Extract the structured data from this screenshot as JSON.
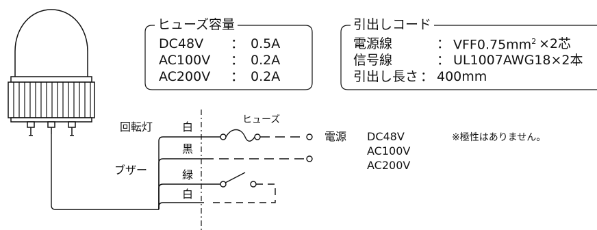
{
  "fuse_box": {
    "title": "ヒューズ容量",
    "rows": [
      {
        "label": "DC48V",
        "sep": "：",
        "value": "0.5A"
      },
      {
        "label": "AC100V",
        "sep": "：",
        "value": "0.2A"
      },
      {
        "label": "AC200V",
        "sep": "：",
        "value": "0.2A"
      }
    ]
  },
  "cord_box": {
    "title": "引出しコード",
    "rows": [
      {
        "label": "電源線",
        "sep": "：",
        "value": "VFF0.75mm",
        "sup": "2",
        "extra": "×2芯"
      },
      {
        "label": "信号線",
        "sep": "：",
        "value": "UL1007AWG18×2本"
      },
      {
        "label": "引出し長さ",
        "sep": "：",
        "value": "400mm"
      }
    ]
  },
  "wiring": {
    "rotating_lamp": "回転灯",
    "buzzer": "ブザー",
    "white_1": "白",
    "black": "黒",
    "green": "緑",
    "white_2": "白",
    "fuse": "ヒューズ",
    "power": "電源",
    "voltages": [
      "DC48V",
      "AC100V",
      "AC200V"
    ],
    "note": "※極性はありません。"
  }
}
